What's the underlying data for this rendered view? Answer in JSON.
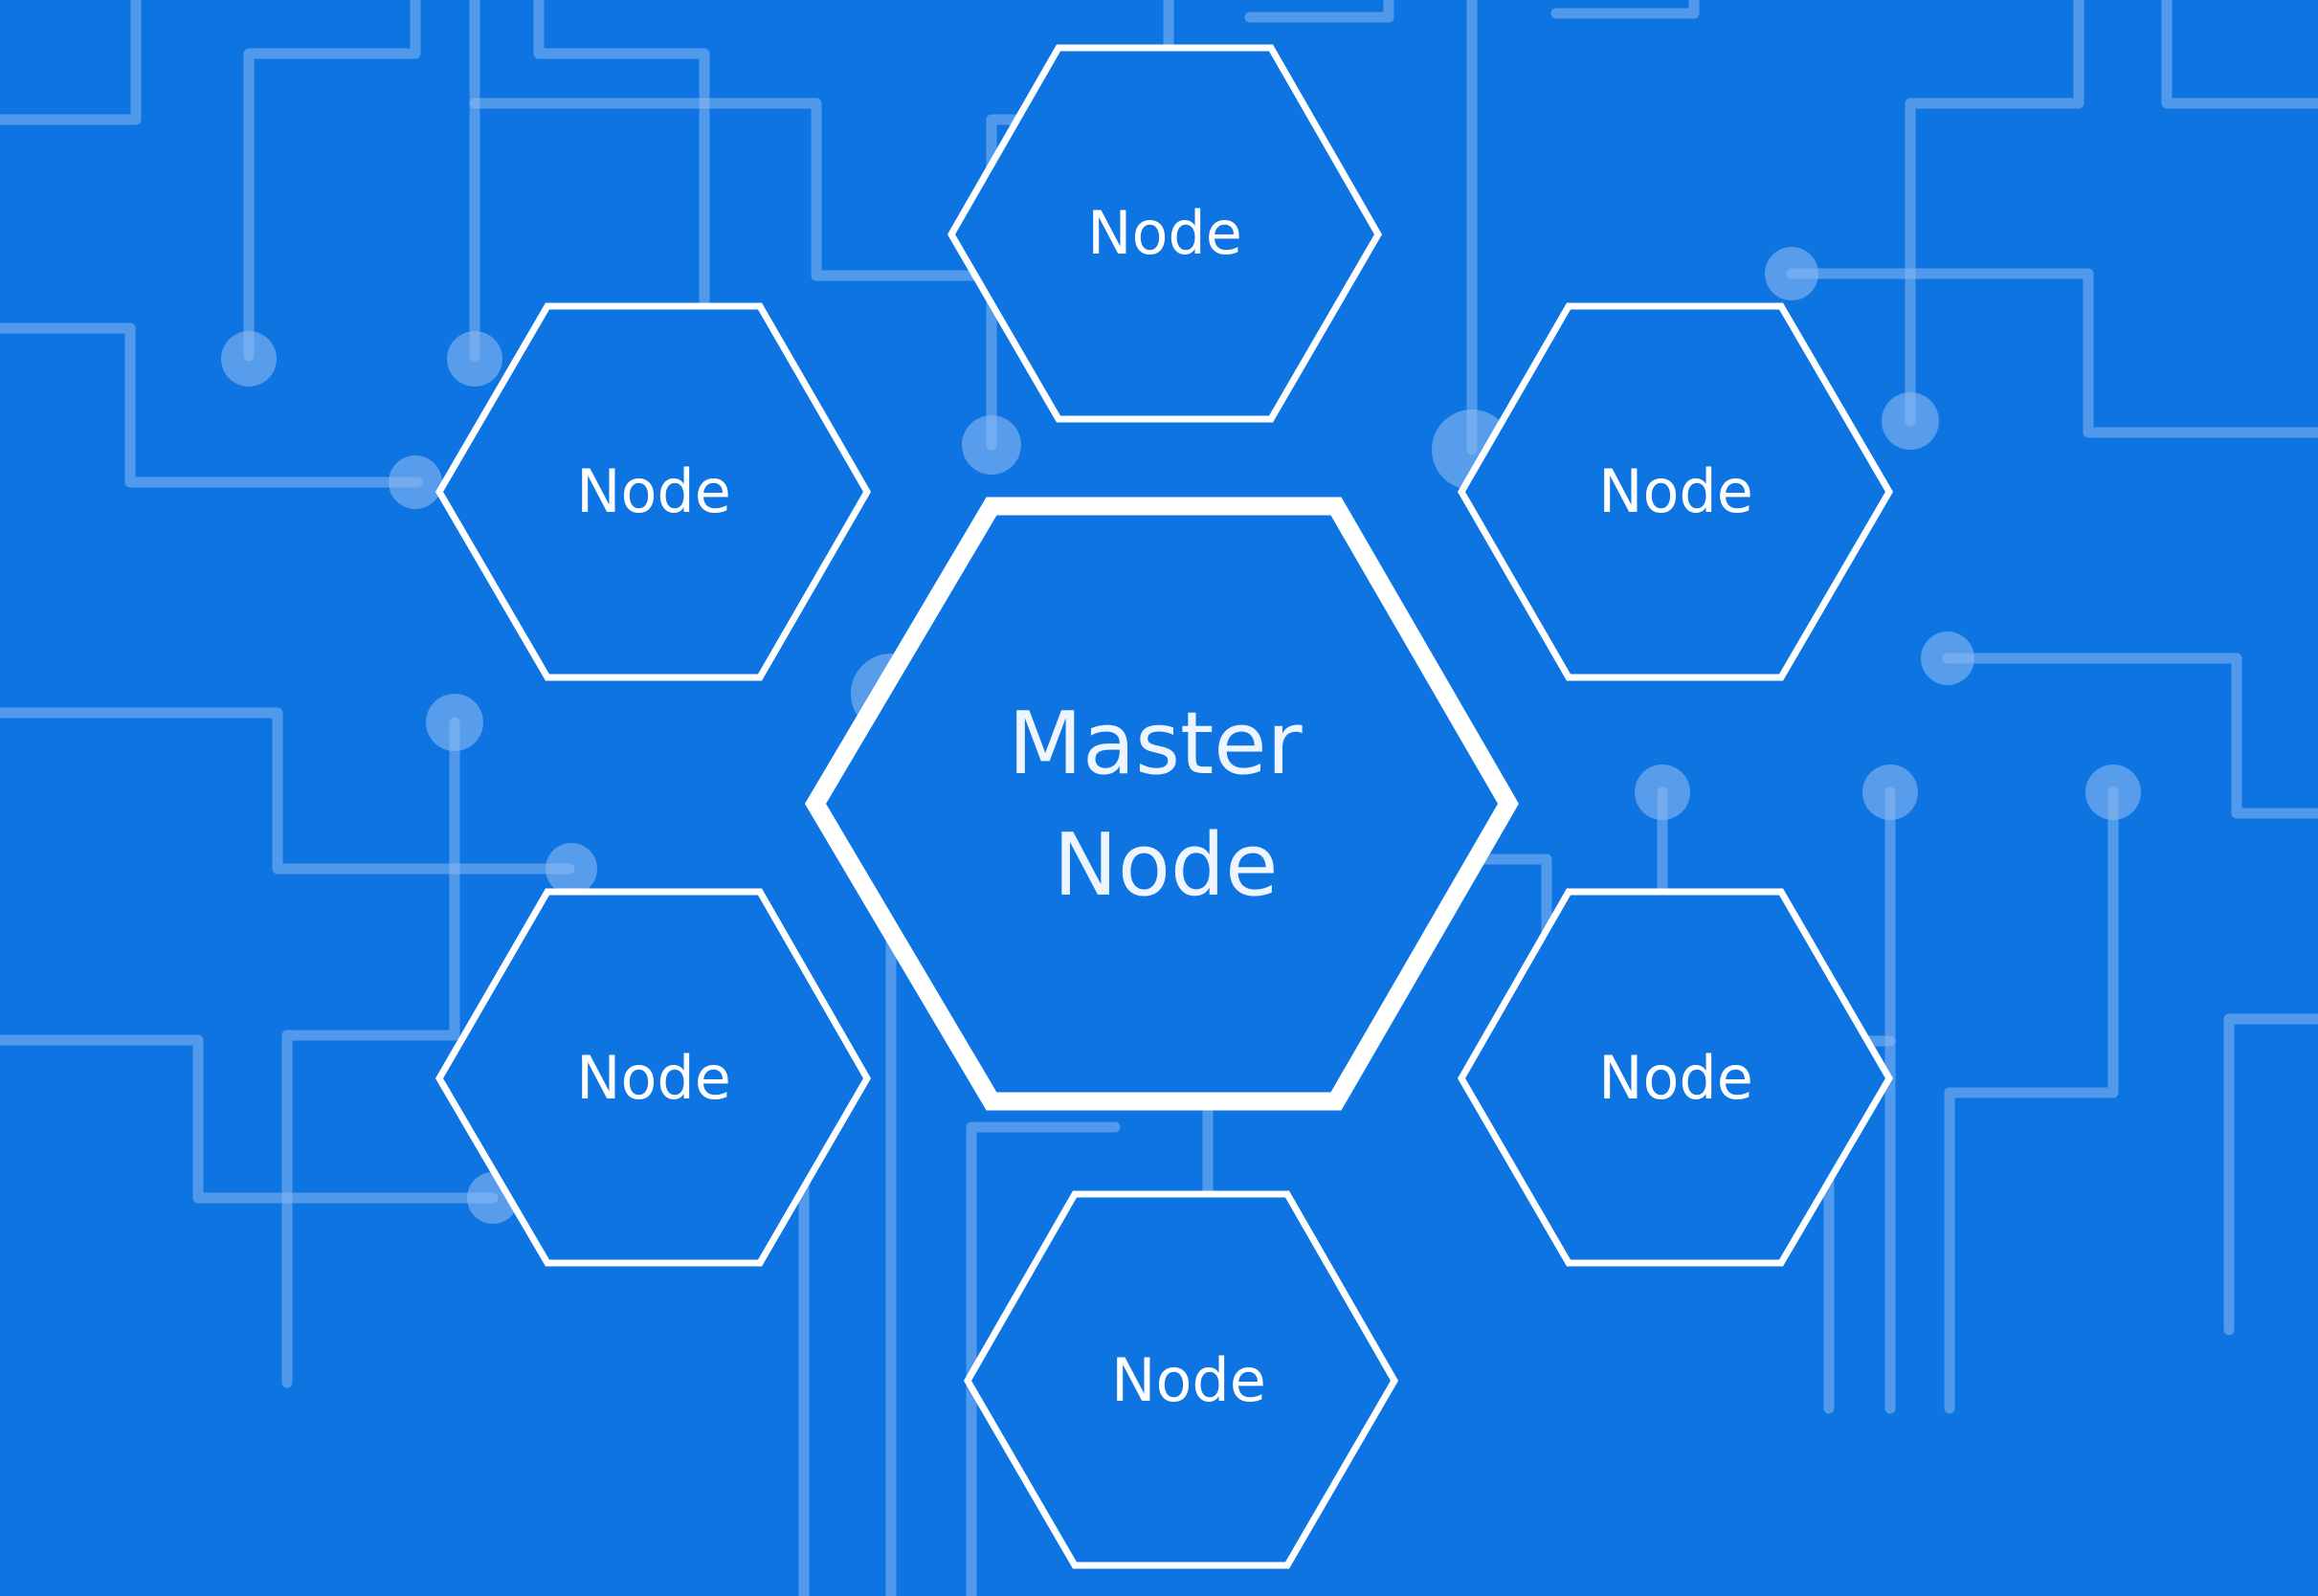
{
  "diagram": {
    "background_color": "#0d74e2",
    "trace_color": "#8ab9f2",
    "master": {
      "line1": "Master",
      "line2": "Node"
    },
    "nodes": [
      {
        "id": "top",
        "label": "Node"
      },
      {
        "id": "upper-left",
        "label": "Node"
      },
      {
        "id": "upper-right",
        "label": "Node"
      },
      {
        "id": "lower-left",
        "label": "Node"
      },
      {
        "id": "lower-right",
        "label": "Node"
      },
      {
        "id": "bottom",
        "label": "Node"
      }
    ]
  }
}
